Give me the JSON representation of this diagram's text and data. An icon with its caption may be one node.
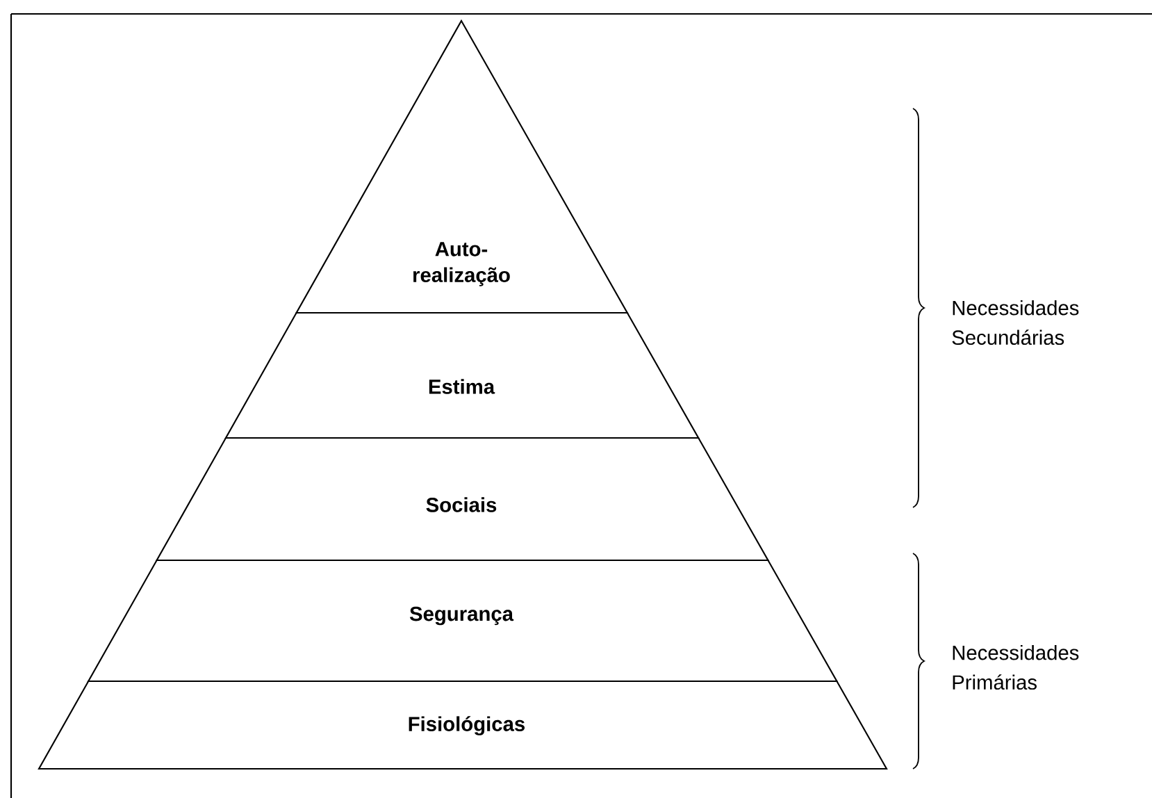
{
  "diagram": {
    "nodes": [
      {
        "text": [
          "Auto-realização"
        ]
      },
      {
        "text": [
          "Estima"
        ]
      },
      {
        "text": [
          "Sociais"
        ]
      },
      {
        "text": [
          "Segurança"
        ]
      },
      {
        "text": [
          "Fisiológicas"
        ]
      }
    ],
    "labels": [
      "Necessidades Secundárias",
      "Necessidades Primárias"
    ]
  }
}
